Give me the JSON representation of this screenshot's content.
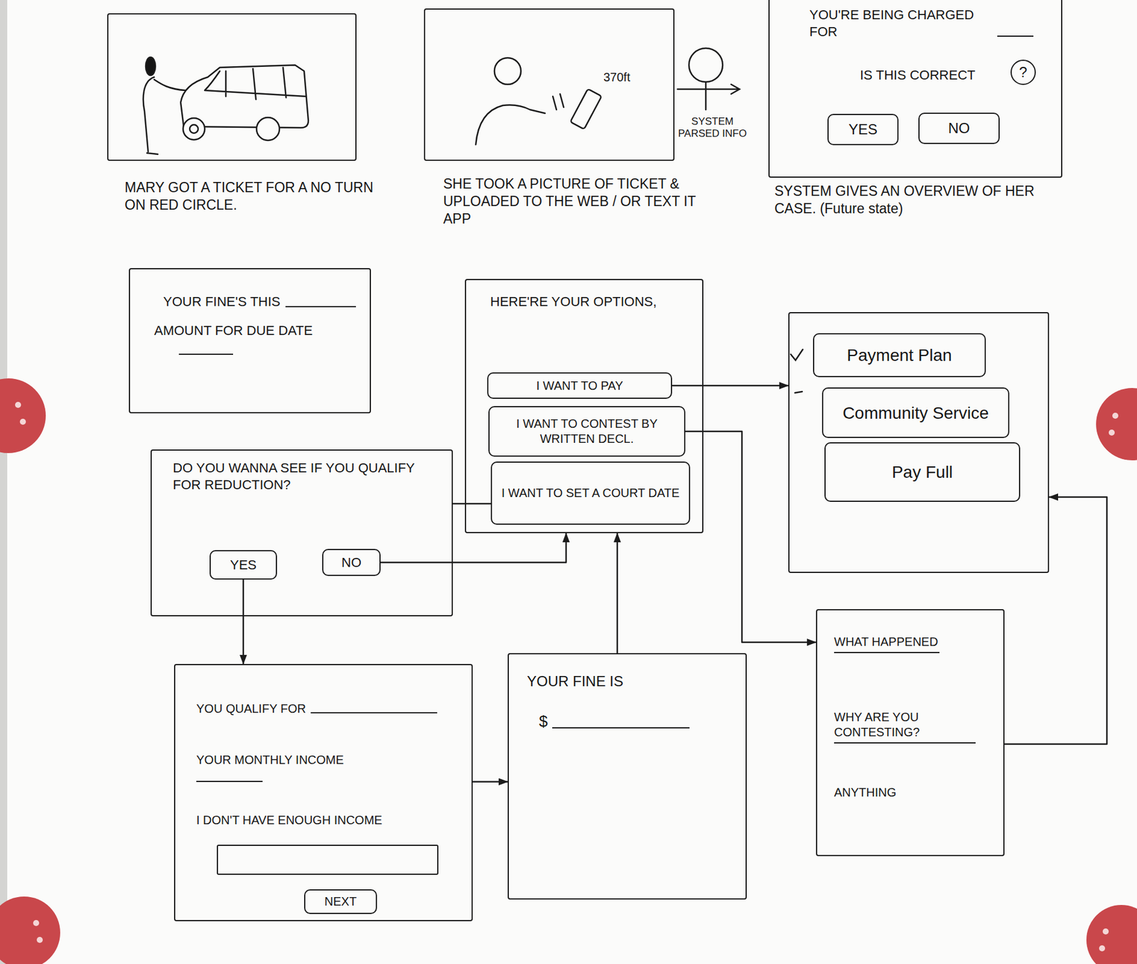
{
  "diagram": {
    "nodes": [
      {
        "text": [
          "MARY GOT A TICKET FOR A NO TURN ON RED CIRCLE."
        ]
      },
      {
        "text": [
          "SHE TOOK A PICTURE OF TICKET & UPLOADED TO THE WEB / OR TEXT IT APP"
        ]
      },
      {
        "text": [
          "YOU'RE BEING CHARGED FOR",
          "IS THIS CORRECT",
          "?",
          "SYSTEM GIVES AN OVERVIEW OF HER CASE. (Future state)"
        ]
      },
      {
        "text": [
          "YES"
        ],
        "in": 2
      },
      {
        "text": [
          "NO"
        ],
        "in": 2
      },
      {
        "text": [
          "YOUR FINE'S THIS",
          "AMOUNT FOR DUE DATE"
        ]
      },
      {
        "text": [
          "HERE'RE YOUR OPTIONS,"
        ]
      },
      {
        "text": [
          "I WANT TO PAY"
        ],
        "in": 6
      },
      {
        "text": [
          "I WANT TO CONTEST BY WRITTEN DECL."
        ],
        "in": 6
      },
      {
        "text": [
          "I WANT TO SET A COURT DATE"
        ],
        "in": 6
      },
      {
        "text": []
      },
      {
        "text": [
          "Payment Plan"
        ],
        "in": 10
      },
      {
        "text": [
          "Community Service"
        ],
        "in": 10
      },
      {
        "text": [
          "Pay Full"
        ],
        "in": 10
      },
      {
        "text": [
          "DO YOU WANNA SEE IF YOU QUALIFY FOR REDUCTION?"
        ]
      },
      {
        "text": [
          "YES"
        ],
        "in": 14
      },
      {
        "text": [
          "NO"
        ],
        "in": 14
      },
      {
        "text": [
          "YOU QUALIFY FOR",
          "YOUR MONTHLY INCOME",
          "I DON'T HAVE ENOUGH INCOME"
        ]
      },
      {
        "text": [
          "NEXT"
        ],
        "in": 17
      },
      {
        "text": [
          "YOUR FINE IS",
          "$"
        ]
      },
      {
        "text": [
          "WHAT HAPPENED",
          "WHY ARE YOU CONTESTING?",
          "ANYTHING"
        ]
      }
    ],
    "edges": [
      {
        "from": 7,
        "to": 10,
        "arrow": "to"
      },
      {
        "from": 8,
        "to": 20,
        "arrow": "to"
      },
      {
        "from": 14,
        "to": 9,
        "arrow": "none"
      },
      {
        "from": 16,
        "to": 6,
        "arrow": "to"
      },
      {
        "from": 15,
        "to": 17,
        "arrow": "to"
      },
      {
        "from": 17,
        "to": 19,
        "arrow": "to"
      },
      {
        "from": 19,
        "to": 6,
        "arrow": "to"
      },
      {
        "from": 20,
        "to": 10,
        "arrow": "to"
      }
    ],
    "labels": [
      "370ft",
      "SYSTEM PARSED INFO"
    ]
  }
}
